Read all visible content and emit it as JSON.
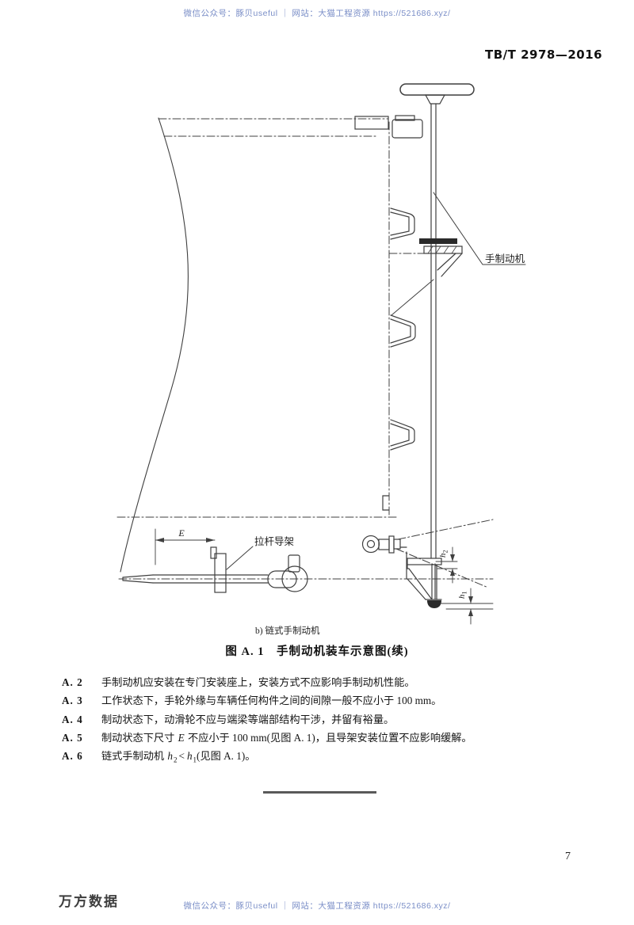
{
  "watermark": {
    "top": "微信公众号：豚贝useful ｜ 网站：大猫工程资源 https://521686.xyz/",
    "bottom": "微信公众号：豚贝useful ｜ 网站：大猫工程资源 https://521686.xyz/",
    "color": "#7a8ec7"
  },
  "header": {
    "doc_number": "TB/T 2978—2016"
  },
  "figure": {
    "sub_caption": "b) 链式手制动机",
    "title": "图 A. 1　手制动机装车示意图(续)",
    "labels": {
      "hand_brake": "手制动机",
      "rod_guide": "拉杆导架",
      "dim_E": "E",
      "h_var": "h",
      "h2_sub": "2",
      "h1_sub": "1"
    }
  },
  "clauses": {
    "a2": {
      "label": "A. 2",
      "text": "手制动机应安装在专门安装座上，安装方式不应影响手制动机性能。"
    },
    "a3": {
      "label": "A. 3",
      "text": "工作状态下，手轮外缘与车辆任何构件之间的间隙一般不应小于 100 mm。"
    },
    "a4": {
      "label": "A. 4",
      "text": "制动状态下，动滑轮不应与端梁等端部结构干涉，并留有裕量。"
    },
    "a5": {
      "label": "A. 5",
      "pre": "制动状态下尺寸 ",
      "var": "E",
      "post": " 不应小于 100 mm(见图 A. 1)，且导架安装位置不应影响缓解。"
    },
    "a6": {
      "label": "A. 6",
      "pre": "链式手制动机 ",
      "var1": "h",
      "sub1": "2",
      "op": "<",
      "var2": "h",
      "sub2": "1",
      "post": "(见图 A. 1)。"
    }
  },
  "footer": {
    "page_number": "7",
    "brand": "万方数据"
  }
}
